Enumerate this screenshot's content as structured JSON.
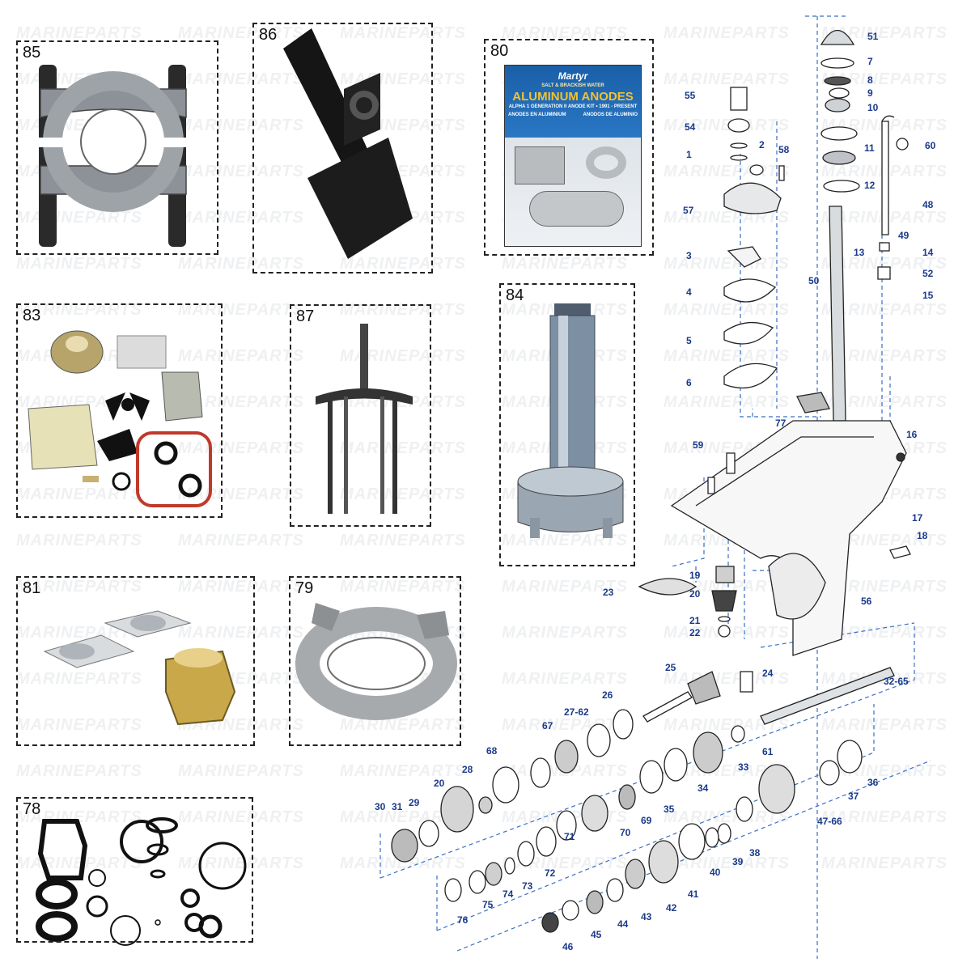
{
  "watermark": "MARINEPARTS",
  "kits": [
    {
      "id": "kit-85",
      "number": "85"
    },
    {
      "id": "kit-86",
      "number": "86"
    },
    {
      "id": "kit-80",
      "number": "80"
    },
    {
      "id": "kit-83",
      "number": "83"
    },
    {
      "id": "kit-87",
      "number": "87"
    },
    {
      "id": "kit-84",
      "number": "84"
    },
    {
      "id": "kit-81",
      "number": "81"
    },
    {
      "id": "kit-79",
      "number": "79"
    },
    {
      "id": "kit-78",
      "number": "78"
    }
  ],
  "anode_card": {
    "brand": "Martyr",
    "subtitle": "SALT & BRACKISH WATER",
    "title": "ALUMINUM ANODES",
    "line": "ALPHA 1 GENERATION II ANODE KIT • 1991 - PRESENT",
    "spanish_left": "ANODES EN ALUMINIUM",
    "spanish_right": "ANODOS DE ALUMINIO"
  },
  "callouts": [
    "51",
    "7",
    "8",
    "9",
    "10",
    "55",
    "54",
    "1",
    "2",
    "58",
    "11",
    "60",
    "12",
    "57",
    "48",
    "49",
    "14",
    "3",
    "13",
    "52",
    "50",
    "15",
    "4",
    "5",
    "6",
    "77",
    "16",
    "59",
    "17",
    "18",
    "19",
    "23",
    "20",
    "56",
    "21",
    "22",
    "24",
    "25",
    "26",
    "32-65",
    "27-62",
    "67",
    "61",
    "68",
    "28",
    "33",
    "20",
    "34",
    "35",
    "36",
    "37",
    "30",
    "31",
    "29",
    "69",
    "70",
    "47-66",
    "71",
    "38",
    "72",
    "73",
    "39",
    "40",
    "74",
    "41",
    "75",
    "42",
    "76",
    "43",
    "44",
    "45",
    "46"
  ]
}
